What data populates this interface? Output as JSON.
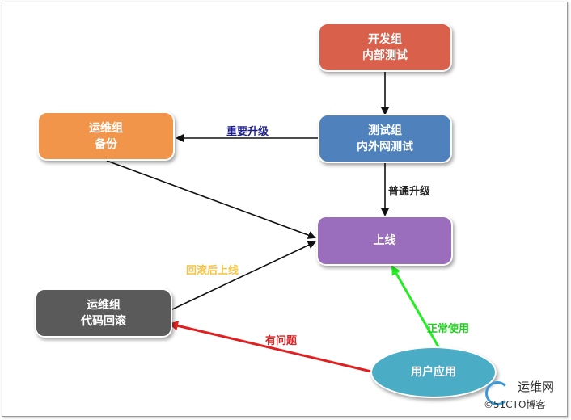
{
  "nodes": {
    "dev_test": {
      "line1": "开发组",
      "line2": "内部测试",
      "color": "#d9604a"
    },
    "qa_test": {
      "line1": "测试组",
      "line2": "内外网测试",
      "color": "#4f81bd"
    },
    "ops_backup": {
      "line1": "运维组",
      "line2": "备份",
      "color": "#f0954a"
    },
    "go_live": {
      "line1": "上线",
      "color": "#9b6ebd"
    },
    "ops_rollback": {
      "line1": "运维组",
      "line2": "代码回滚",
      "color": "#5a5a5a"
    },
    "user_app": {
      "line1": "用户应用",
      "color": "#4bacc6"
    }
  },
  "edges": {
    "important_upgrade": {
      "label": "重要升级",
      "color": "#1f1f8c"
    },
    "normal_upgrade": {
      "label": "普通升级",
      "color": "#222222"
    },
    "rollback_relaunch": {
      "label": "回滚后上线",
      "color": "#f6c344"
    },
    "normal_use": {
      "label": "正常使用",
      "color": "#22cc22"
    },
    "has_problem": {
      "label": "有问题",
      "color": "#e02020"
    }
  },
  "watermark": {
    "title": "运维网",
    "subtitle": "©51CTO博客"
  }
}
